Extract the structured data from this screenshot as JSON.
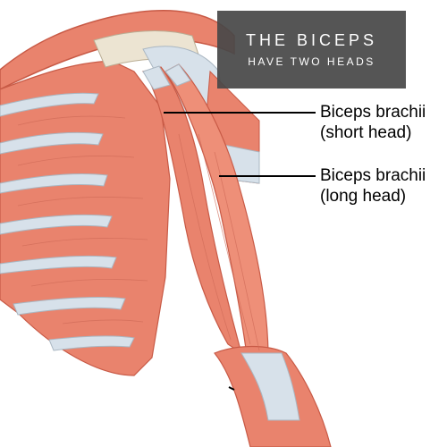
{
  "title": {
    "line1": "THE BICEPS",
    "line2": "HAVE TWO HEADS"
  },
  "labels": [
    {
      "line1": "Biceps brachii",
      "line2": "(short head)"
    },
    {
      "line1": "Biceps brachii",
      "line2": "(long head)"
    }
  ],
  "colors": {
    "muscle": "#e9836d",
    "muscle_dark": "#cf6a57",
    "tendon": "#d7e1ea",
    "bone": "#ece4d2",
    "title_box": "#484848"
  }
}
